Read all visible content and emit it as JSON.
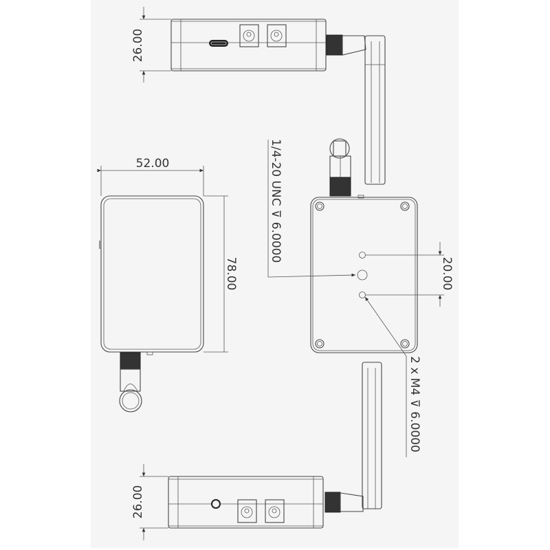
{
  "drawing": {
    "background": "#f5f5f5",
    "line_color": "#444444",
    "top_view": {
      "height_dim": "26.00"
    },
    "front_view": {
      "width_dim": "52.00",
      "length_dim": "78.00"
    },
    "back_view": {
      "hole_spacing_dim": "20.00",
      "tripod_callout": "1/4-20 UNC  ⊽ 6.0000",
      "mount_callout": "2 x M4  ⊽ 6.0000"
    },
    "bottom_view": {
      "height_dim": "26.00"
    }
  }
}
